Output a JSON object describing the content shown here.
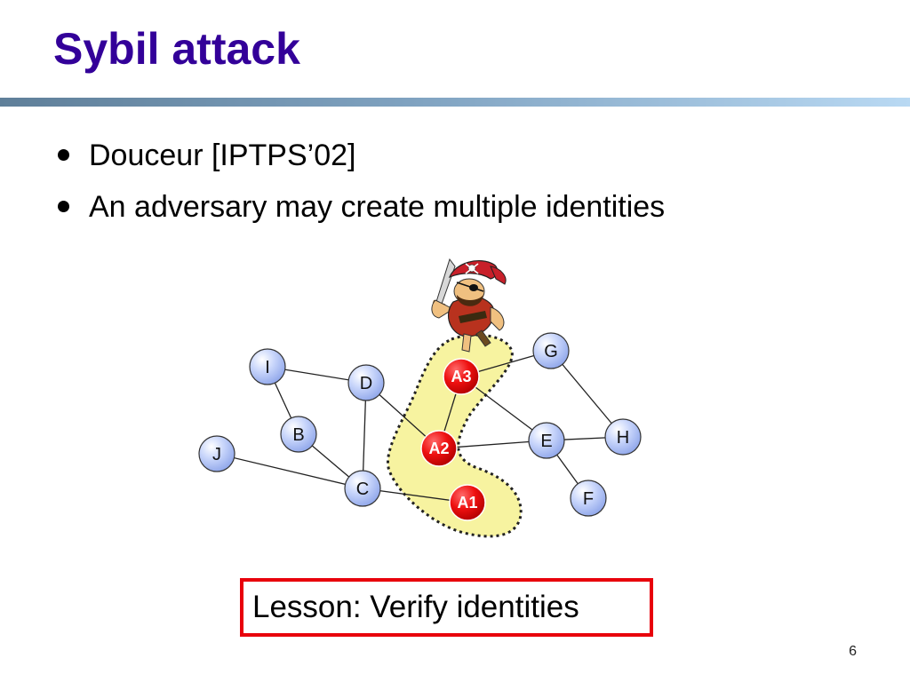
{
  "slide": {
    "title": "Sybil attack",
    "bullets": [
      "Douceur [IPTPS’02]",
      "An adversary may create multiple identities"
    ],
    "lesson": "Lesson: Verify identities",
    "page_number": "6"
  },
  "diagram": {
    "nodes": {
      "I": "I",
      "D": "D",
      "B": "B",
      "J": "J",
      "C": "C",
      "A3": "A3",
      "A2": "A2",
      "A1": "A1",
      "G": "G",
      "E": "E",
      "H": "H",
      "F": "F"
    },
    "sybil_region_color": "#f7f3a0",
    "honest_node_color": "#b8c8f5",
    "sybil_node_color": "#e8000b"
  },
  "colors": {
    "title": "#330099",
    "lesson_border": "#e8000b"
  },
  "icons": [
    "pirate-icon",
    "bullet-dot-icon"
  ]
}
